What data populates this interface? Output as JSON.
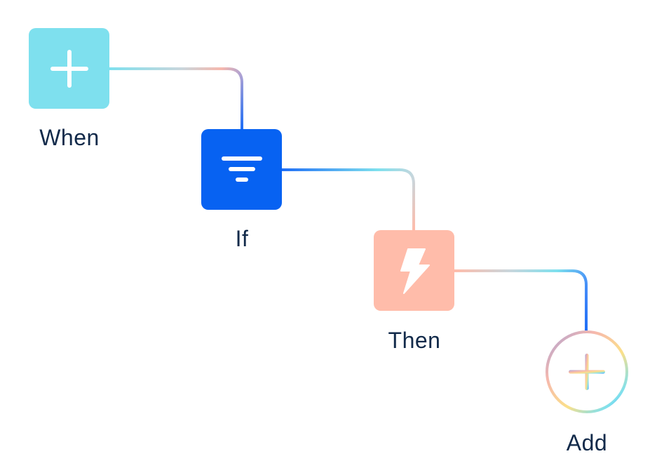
{
  "steps": [
    {
      "id": "when",
      "label": "When",
      "icon": "plus-icon",
      "color": "#7ee0ee"
    },
    {
      "id": "if",
      "label": "If",
      "icon": "filter-icon",
      "color": "#0762f2"
    },
    {
      "id": "then",
      "label": "Then",
      "icon": "bolt-icon",
      "color": "#ffbcaa"
    }
  ],
  "add": {
    "label": "Add",
    "icon": "add-circle-icon"
  },
  "colors": {
    "label": "#122a4a",
    "connector_cyan": "#7ee0ee",
    "connector_pink": "#ffbcaa",
    "connector_lavender": "#a8a0d6",
    "connector_blue": "#1f6ef6",
    "add_ring_yellow": "#fbe08a"
  }
}
